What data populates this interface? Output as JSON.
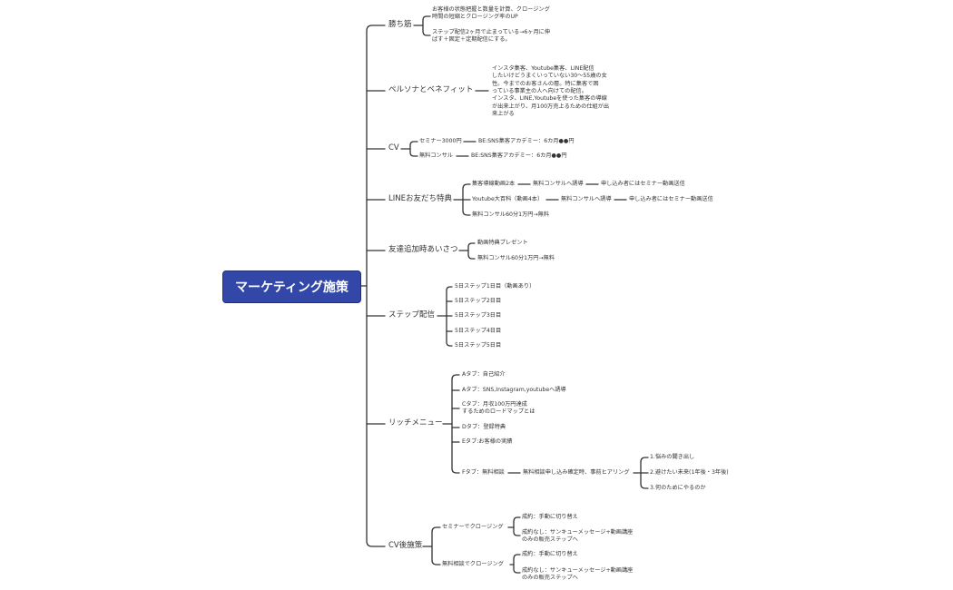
{
  "root": "マーケティング施策",
  "branches": {
    "win": {
      "label": "勝ち筋",
      "items": [
        "お客様の状態把握と数量を計算、クロージング\n時間の短縮とクロージング率のUP",
        "ステップ配信2ヶ月で止まっている→6ヶ月に伸\nばす＋固定＋定期配信にする。"
      ]
    },
    "persona": {
      "label": "ペルソナとベネフィット",
      "items": [
        "インスタ集客、Youtube集客、LINE配信\nしたいけどうまくいっていない30～55歳の女\n性。今までのお客さんの層。特に集客で困\nっている事業主の人へ向けての配信。\nインスタ、LINE,Youtubeを使った集客の導線\nが出来上がり、月100万売上るための仕組が出\n来上がる"
      ]
    },
    "cv": {
      "label": "CV",
      "items": [
        {
          "a": "セミナー3000円",
          "b": "BE:SNS集客アカデミー：6カ月●●円"
        },
        {
          "a": "無料コンサル",
          "b": "BE:SNS集客アカデミー：6カ月●●円"
        }
      ]
    },
    "line": {
      "label": "LINEお友だち特典",
      "items": [
        {
          "a": "集客導線動画2本",
          "b": "無料コンサルへ誘導",
          "c": "申し込み者にはセミナー動画送信"
        },
        {
          "a": "Youtube大百科（動画4本）",
          "b": "無料コンサルへ誘導",
          "c": "申し込み者にはセミナー動画送信"
        },
        {
          "a": "無料コンサル60分1万円→無料"
        }
      ]
    },
    "greet": {
      "label": "友達追加時あいさつ",
      "items": [
        "動画特典プレゼント",
        "無料コンサル60分1万円→無料"
      ]
    },
    "step": {
      "label": "ステップ配信",
      "items": [
        "5日ステップ1日目（動画あり）",
        "5日ステップ2日目",
        "5日ステップ3日目",
        "5日ステップ4日目",
        "5日ステップ5日目"
      ]
    },
    "rich": {
      "label": "リッチメニュー",
      "items": [
        "Aタブ：自己紹介",
        "Aタブ：SNS,Instagram,youtubeへ誘導",
        "Cタブ：月収100万円達成\nするためのロードマップとは",
        "Dタブ：登録特典",
        "Eタブ:お客様の実績"
      ],
      "f": {
        "label": "Fタブ：無料相談",
        "child": "無料相談申し込み確定時、事前ヒアリング",
        "grand": [
          "1.悩みの聞き出し",
          "2.避けたい未来(1年後・3年後)",
          "3.何のためにやるのか"
        ]
      }
    },
    "after": {
      "label": "CV後施策",
      "items": [
        {
          "label": "セミナーでクロージング",
          "children": [
            "成約：手動に切り替え",
            "成約なし：サンキューメッセージ+動画講座\nのみの販売ステップへ"
          ]
        },
        {
          "label": "無料相談でクロージング",
          "children": [
            "成約：手動に切り替え",
            "成約なし：サンキューメッセージ+動画講座\nのみの販売ステップへ"
          ]
        }
      ]
    }
  }
}
